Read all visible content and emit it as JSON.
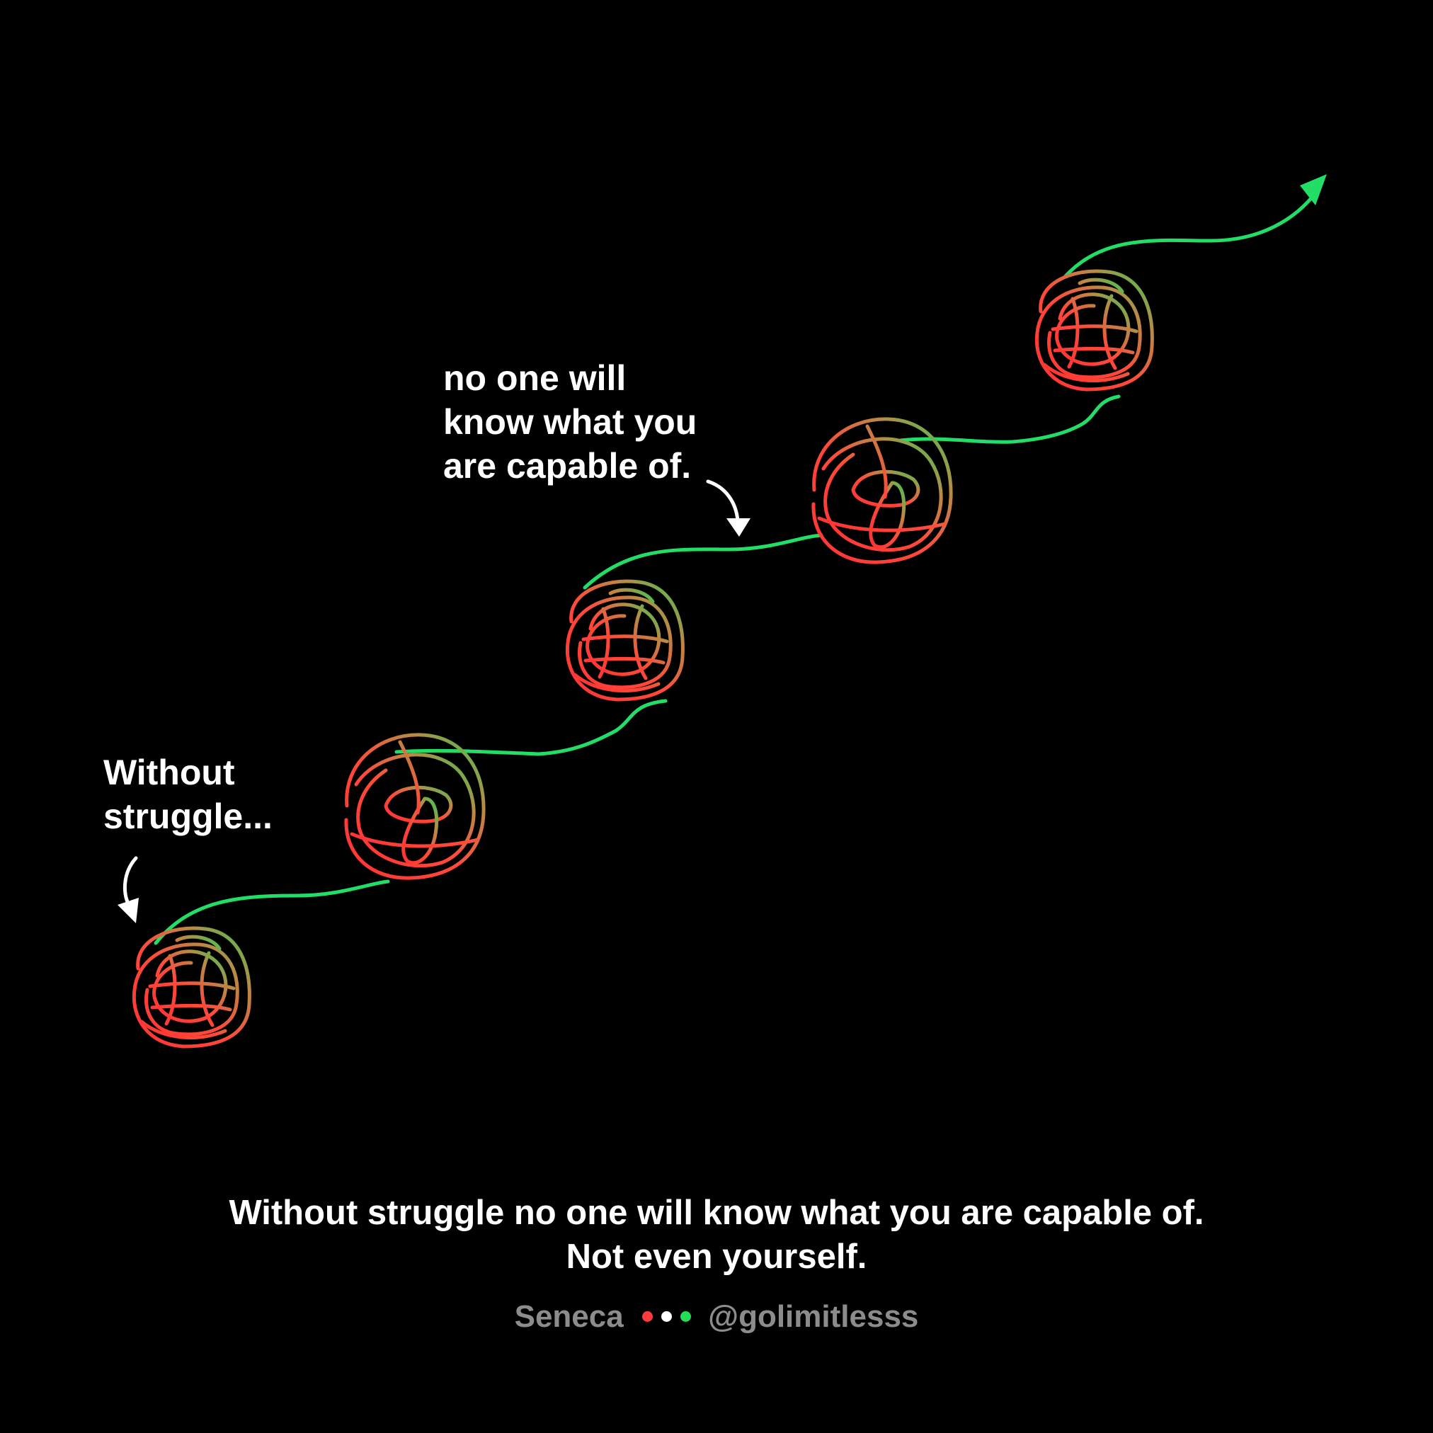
{
  "annotations": {
    "top_line1": "no one will",
    "top_line2": "know what you",
    "top_line3": "are capable of.",
    "left_line1": "Without",
    "left_line2": "struggle..."
  },
  "quote": {
    "line1": "Without struggle no one will know what you are capable of.",
    "line2": "Not even yourself."
  },
  "footer": {
    "author": "Seneca",
    "handle": "@golimitlesss",
    "dots": [
      "#ff3b3b",
      "#ffffff",
      "#22dd55"
    ]
  },
  "colors": {
    "background": "#000000",
    "path_green": "#22dd66",
    "knot_red": "#ff3333",
    "knot_green": "#33cc55",
    "text": "#ffffff",
    "muted": "#8c8c8c"
  },
  "diagram": {
    "elements": [
      "upward-wavy-path",
      "scribble-knot",
      "scribble-knot",
      "scribble-knot",
      "scribble-knot",
      "scribble-knot",
      "arrowhead",
      "curved-pointer-arrow",
      "curved-pointer-arrow"
    ],
    "knot_count": 5
  }
}
